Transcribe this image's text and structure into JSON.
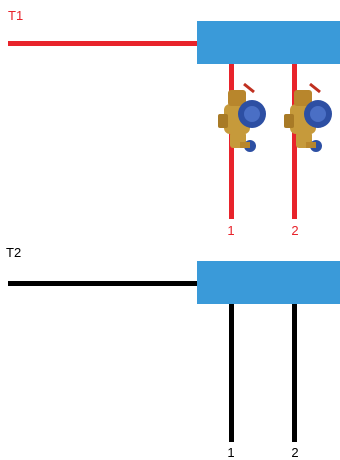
{
  "supply": {
    "label": "T1",
    "outlets": [
      "1",
      "2"
    ],
    "pipe_color": "#e8232b",
    "label_color": "#e8232b",
    "valve_icon": "balancing-valve-icon"
  },
  "return": {
    "label": "T2",
    "outlets": [
      "1",
      "2"
    ],
    "pipe_color": "#000000",
    "label_color": "#000000"
  },
  "manifold_color": "#3a9ad9"
}
